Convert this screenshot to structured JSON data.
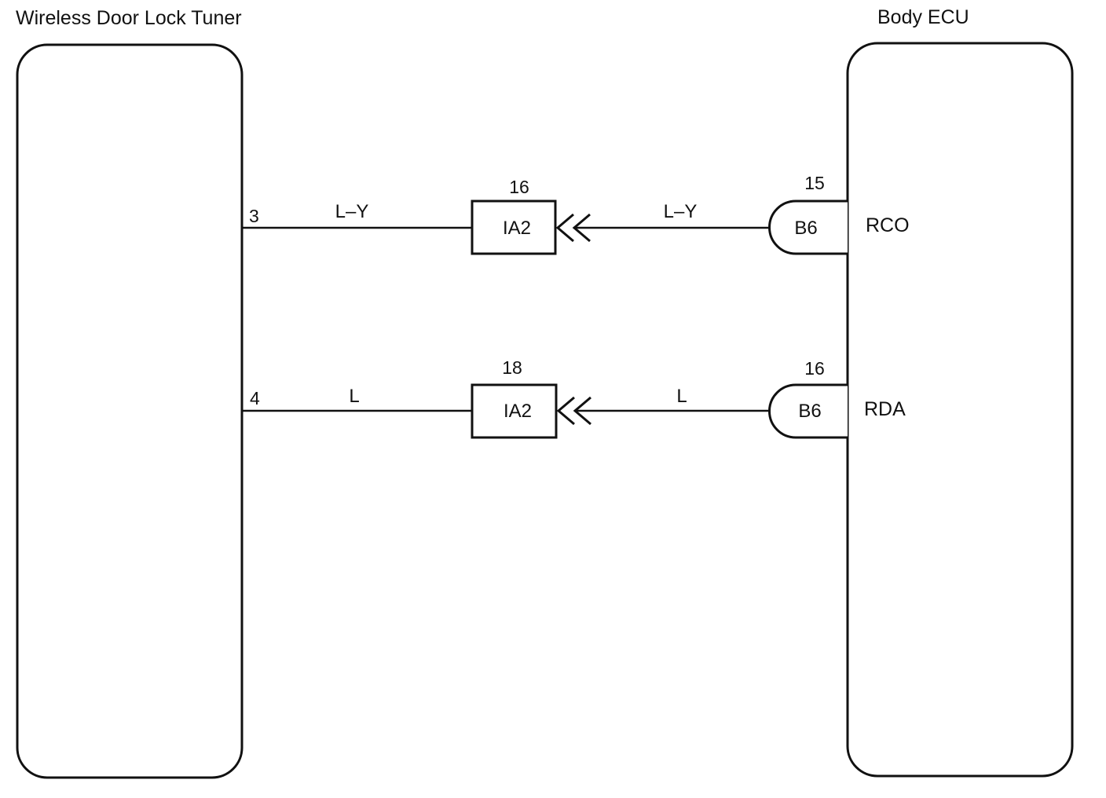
{
  "colors": {
    "line": "#111111",
    "background": "#ffffff"
  },
  "components": {
    "tuner": {
      "label": "Wireless Door Lock Tuner"
    },
    "ecu": {
      "label": "Body ECU"
    }
  },
  "circuits": [
    {
      "tuner_pin": "3",
      "tuner_wire_color": "L–Y",
      "junction": {
        "connector": "IA2",
        "pin": "16"
      },
      "ecu_wire_color": "L–Y",
      "ecu_connector": {
        "connector": "B6",
        "pin": "15"
      },
      "ecu_signal": "RCO"
    },
    {
      "tuner_pin": "4",
      "tuner_wire_color": "L",
      "junction": {
        "connector": "IA2",
        "pin": "18"
      },
      "ecu_wire_color": "L",
      "ecu_connector": {
        "connector": "B6",
        "pin": "16"
      },
      "ecu_signal": "RDA"
    }
  ]
}
